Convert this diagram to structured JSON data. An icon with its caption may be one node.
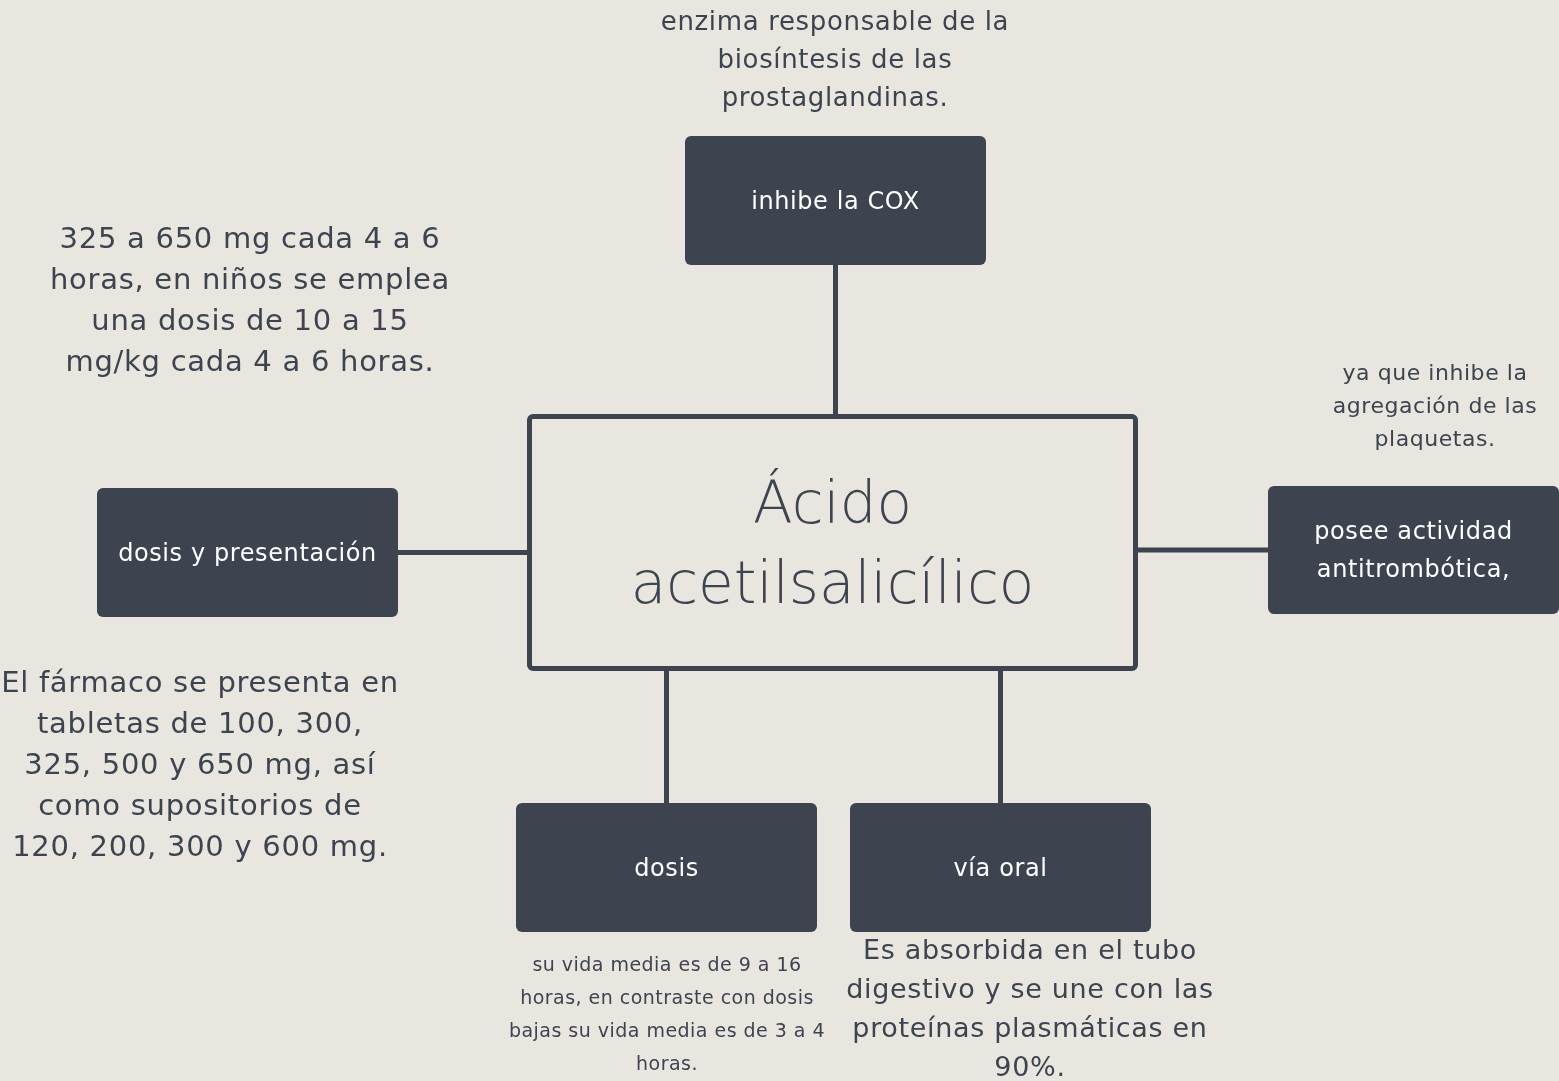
{
  "diagram": {
    "nodes": [
      {
        "text": [
          "Ácido acetilsalicílico"
        ]
      },
      {
        "text": [
          "inhibe la COX"
        ],
        "beside": [
          "enzima responsable de la biosíntesis de las prostaglandinas."
        ]
      },
      {
        "text": [
          "dosis y presentación"
        ],
        "beside": [
          "325 a 650 mg cada 4 a 6 horas, en niños se emplea una dosis de 10 a 15 mg/kg cada 4 a 6 horas.",
          "El fármaco se presenta en tabletas de 100, 300, 325, 500 y 650 mg, así como supositorios de 120, 200, 300 y 600 mg."
        ]
      },
      {
        "text": [
          "posee actividad antitrombótica,"
        ],
        "beside": [
          "ya que inhibe la agregación de las plaquetas."
        ]
      },
      {
        "text": [
          "dosis"
        ],
        "beside": [
          "su vida media es de 9 a 16 horas, en contraste con dosis bajas su vida media es de 3 a 4 horas."
        ]
      },
      {
        "text": [
          "vía oral"
        ],
        "beside": [
          "Es absorbida en el tubo digestivo y se une con las proteínas plasmáticas en 90%."
        ]
      }
    ],
    "edges": [
      {
        "from": 0,
        "to": 1,
        "arrow": "none"
      },
      {
        "from": 0,
        "to": 2,
        "arrow": "none"
      },
      {
        "from": 0,
        "to": 3,
        "arrow": "none"
      },
      {
        "from": 0,
        "to": 4,
        "arrow": "none"
      },
      {
        "from": 0,
        "to": 5,
        "arrow": "none"
      }
    ]
  }
}
